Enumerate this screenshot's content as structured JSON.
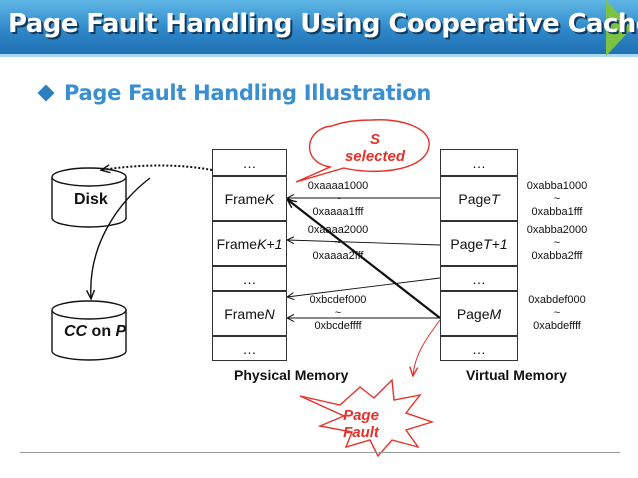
{
  "title": "Page Fault Handling Using Cooperative Cache",
  "subtitle": "Page Fault Handling Illustration",
  "disk_label": "Disk",
  "cache_label_cc": "CC",
  "cache_label_on": " on ",
  "cache_label_p": "P",
  "callout_s_line1": "S",
  "callout_s_line2": "selected",
  "page_fault_line1": "Page",
  "page_fault_line2": "Fault",
  "physical_memory": {
    "label": "Physical Memory",
    "cells": [
      {
        "prefix": "…",
        "italic": ""
      },
      {
        "prefix": "Frame ",
        "italic": "K"
      },
      {
        "prefix": "Frame ",
        "italic": "K+1"
      },
      {
        "prefix": "…",
        "italic": ""
      },
      {
        "prefix": "Frame ",
        "italic": "N"
      },
      {
        "prefix": "…",
        "italic": ""
      }
    ]
  },
  "virtual_memory": {
    "label": "Virtual Memory",
    "cells": [
      {
        "prefix": "…",
        "italic": ""
      },
      {
        "prefix": "Page ",
        "italic": "T"
      },
      {
        "prefix": "Page ",
        "italic": "T+1"
      },
      {
        "prefix": "…",
        "italic": ""
      },
      {
        "prefix": "Page ",
        "italic": "M"
      },
      {
        "prefix": "…",
        "italic": ""
      }
    ]
  },
  "phys_addrs": [
    {
      "start": "0xaaaa1000",
      "sep": "~",
      "end": "0xaaaa1fff"
    },
    {
      "start": "0xaaaa2000",
      "sep": "~",
      "end": "0xaaaa2fff"
    },
    {
      "start": "0xbcdef000",
      "sep": "~",
      "end": "0xbcdeffff"
    }
  ],
  "virt_addrs": [
    {
      "start": "0xabba1000",
      "sep": "~",
      "end": "0xabba1fff"
    },
    {
      "start": "0xabba2000",
      "sep": "~",
      "end": "0xabba2fff"
    },
    {
      "start": "0xabdef000",
      "sep": "~",
      "end": "0xabdeffff"
    }
  ],
  "colors": {
    "banner": "#2e86c8",
    "banner_arrow": "#7cc344",
    "subtitle": "#3a8fd0",
    "callout": "#e8302a"
  }
}
